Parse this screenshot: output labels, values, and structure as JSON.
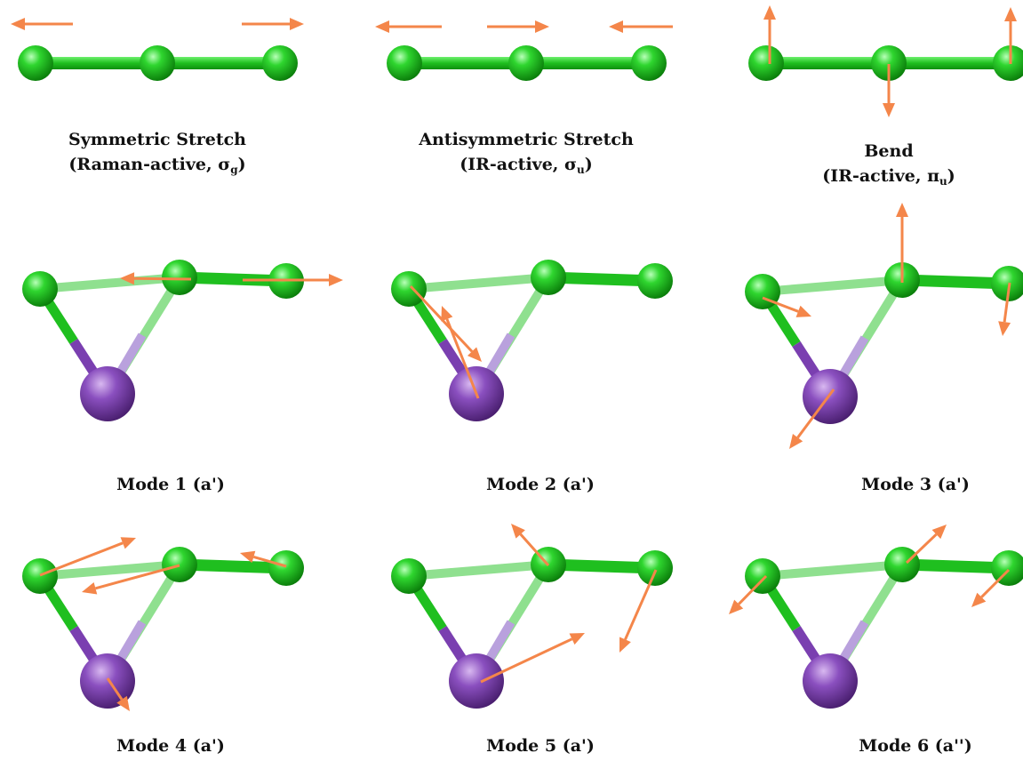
{
  "colors": {
    "carbon": "#1ec81e",
    "carbon_dark": "#0a7d0a",
    "carbon_light": "#9cf59c",
    "bond_strong": "#1fbf1f",
    "bond_faded": "#8fe08f",
    "metal": "#8a4fbf",
    "metal_bond": "#7a3fb0",
    "metal_bond_faded": "#b9a1dd",
    "arrow": "#f4864a"
  },
  "captions": {
    "symmetric": {
      "title": "Symmetric Stretch",
      "sub_prefix": "(Raman-active, σ",
      "sub_index": "g",
      "sub_suffix": ")"
    },
    "antisymmetric": {
      "title": "Antisymmetric Stretch",
      "sub_prefix": "(IR-active, σ",
      "sub_index": "u",
      "sub_suffix": ")"
    },
    "bend": {
      "title": "Bend",
      "sub_prefix": "(IR-active, π",
      "sub_index": "u",
      "sub_suffix": ")"
    },
    "mode1": "Mode 1 (a')",
    "mode2": "Mode 2 (a')",
    "mode3": "Mode 3 (a')",
    "mode4": "Mode 4 (a')",
    "mode5": "Mode 5 (a')",
    "mode6": "Mode 6 (a'')"
  }
}
